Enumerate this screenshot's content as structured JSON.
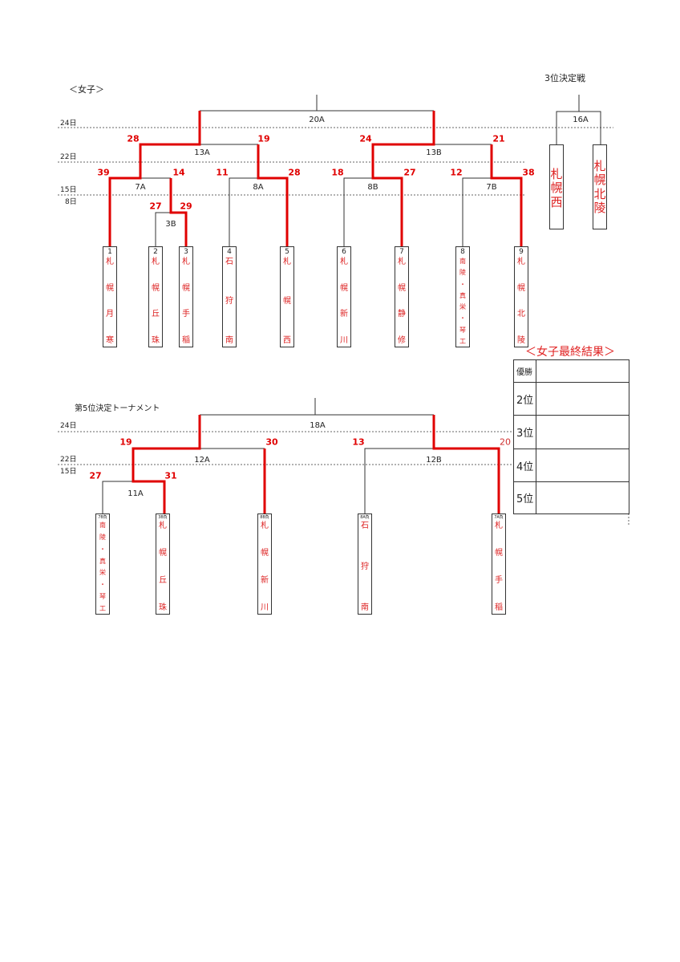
{
  "header": {
    "section_title": "＜女子＞",
    "third_place_title": "3位決定戦",
    "fifth_place_title": "第5位決定トーナメント"
  },
  "dates": {
    "d24": "24日",
    "d22": "22日",
    "d15": "15日",
    "d8": "8日"
  },
  "main_bracket": {
    "matches": {
      "m20A": "20A",
      "m13A": "13A",
      "m13B": "13B",
      "m7A": "7A",
      "m8A": "8A",
      "m8B": "8B",
      "m7B": "7B",
      "m3B": "3B",
      "m16A": "16A"
    },
    "scores": {
      "s13A_l": "28",
      "s13A_r": "19",
      "s13B_l": "24",
      "s13B_r": "21",
      "s7A_l": "39",
      "s7A_r": "14",
      "s8A_l": "11",
      "s8A_r": "28",
      "s8B_l": "18",
      "s8B_r": "27",
      "s7B_l": "12",
      "s7B_r": "38",
      "s3B_l": "27",
      "s3B_r": "29"
    },
    "teams": [
      {
        "num": "1",
        "name": "札幌月寒"
      },
      {
        "num": "2",
        "name": "札幌丘珠"
      },
      {
        "num": "3",
        "name": "札幌手稲"
      },
      {
        "num": "4",
        "name": "石狩南"
      },
      {
        "num": "5",
        "name": "札幌西"
      },
      {
        "num": "6",
        "name": "札幌新川"
      },
      {
        "num": "7",
        "name": "札幌静修"
      },
      {
        "num": "8",
        "name": "南陵・真栄・琴工"
      },
      {
        "num": "9",
        "name": "札幌北陵"
      }
    ],
    "third_place_teams": [
      "札幌西",
      "札幌北陵"
    ]
  },
  "fifth_bracket": {
    "matches": {
      "m18A": "18A",
      "m12A": "12A",
      "m12B": "12B",
      "m11A": "11A"
    },
    "scores": {
      "s12A_l": "19",
      "s12A_r": "30",
      "s12B_l": "13",
      "s12B_r": "20",
      "s11A_l": "27",
      "s11A_r": "31"
    },
    "teams": [
      {
        "num": "7B負",
        "name": "南陵・真栄・琴工"
      },
      {
        "num": "3B負",
        "name": "札幌丘珠"
      },
      {
        "num": "8B負",
        "name": "札幌新川"
      },
      {
        "num": "8A負",
        "name": "石狩南"
      },
      {
        "num": "7A負",
        "name": "札幌手稲"
      }
    ]
  },
  "results": {
    "title": "＜女子最終結果＞",
    "rows": [
      {
        "rank": "優勝",
        "team": ""
      },
      {
        "rank": "2位",
        "team": ""
      },
      {
        "rank": "3位",
        "team": ""
      },
      {
        "rank": "4位",
        "team": ""
      },
      {
        "rank": "5位",
        "team": ""
      }
    ]
  },
  "colors": {
    "winner": "#e00000",
    "line": "#333333"
  }
}
